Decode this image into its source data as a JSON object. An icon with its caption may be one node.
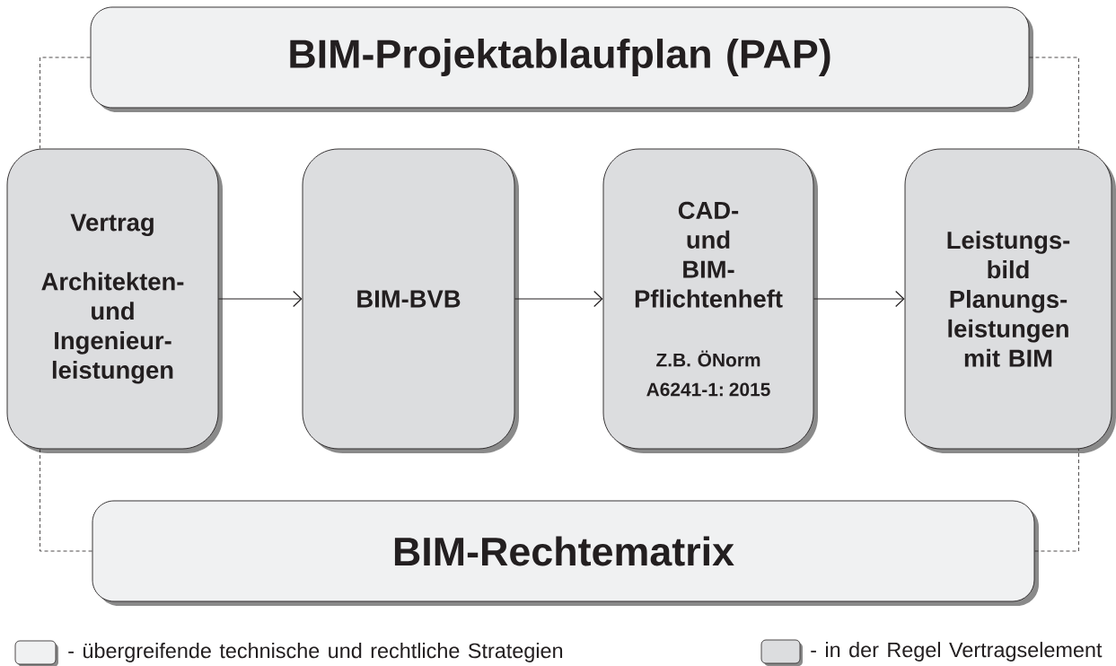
{
  "diagram": {
    "nodes": [
      {
        "text": [
          "BIM-Projektablaufplan (PAP)"
        ]
      },
      {
        "text": [
          "Vertrag",
          "Architekten- und Ingenieur- leistungen"
        ]
      },
      {
        "text": [
          "BIM-BVB"
        ]
      },
      {
        "text": [
          "CAD- und BIM- Pflichtenheft",
          "Z.B. ÖNorm A6241-1: 2015"
        ]
      },
      {
        "text": [
          "Leistungs- bild Planungs- leistungen mit BIM"
        ]
      },
      {
        "text": [
          "BIM-Rechtematrix"
        ]
      }
    ],
    "edges": [
      {
        "from": 1,
        "to": 2,
        "arrow": "to"
      },
      {
        "from": 2,
        "to": 3,
        "arrow": "to"
      },
      {
        "from": 3,
        "to": 4,
        "arrow": "to"
      },
      {
        "from": 0,
        "to": 1,
        "arrow": "none",
        "style": "dashed"
      },
      {
        "from": 0,
        "to": 4,
        "arrow": "none",
        "style": "dashed"
      },
      {
        "from": 5,
        "to": 1,
        "arrow": "none",
        "style": "dashed"
      },
      {
        "from": 5,
        "to": 4,
        "arrow": "none",
        "style": "dashed"
      }
    ],
    "legend": [
      {
        "text": "- übergreifende technische und rechtliche Strategien",
        "color": "#f0f1f2"
      },
      {
        "text": "- in der Regel Vertragselement",
        "color": "#dcdddf"
      }
    ]
  }
}
